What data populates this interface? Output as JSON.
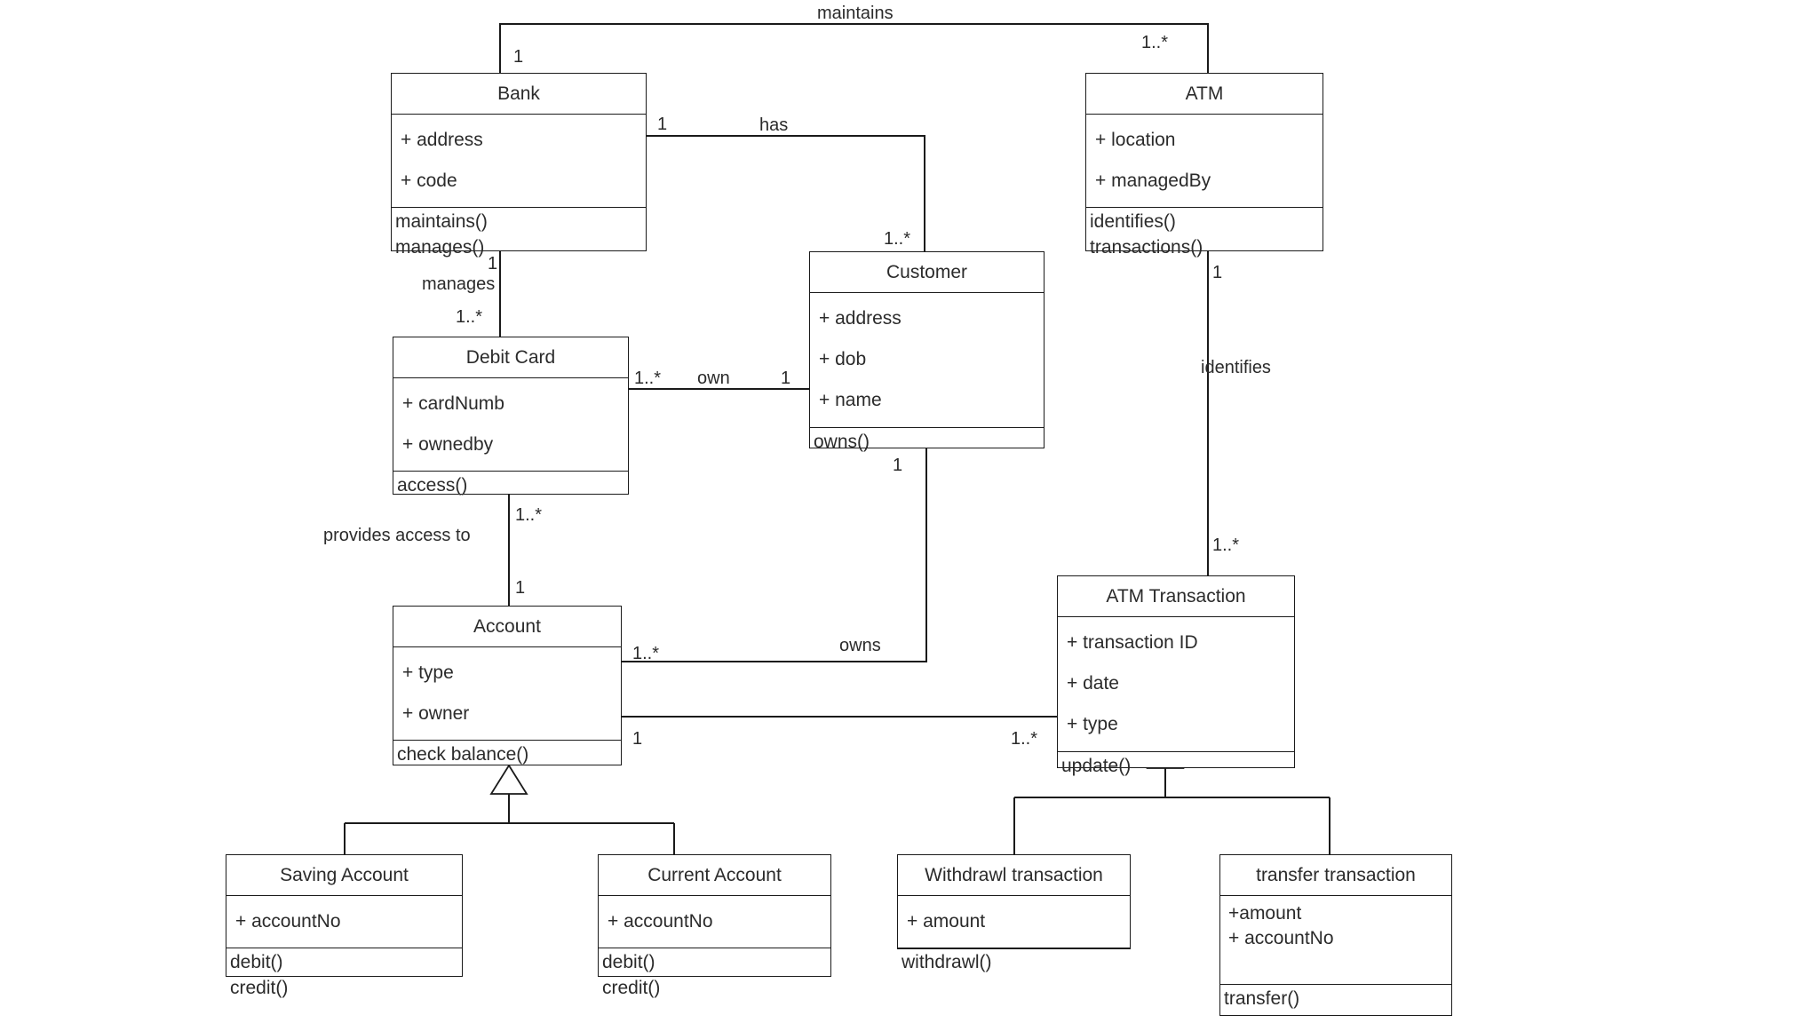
{
  "diagram": {
    "title": "ATM Banking System UML Class Diagram",
    "type": "uml-class-diagram",
    "background": "#ffffff",
    "line_color": "#1a1a1a",
    "text_color": "#2b2b2b"
  },
  "classes": {
    "bank": {
      "name": "Bank",
      "attributes": [
        "+ address",
        "+ code"
      ],
      "operations": [
        "maintains()",
        "manages()"
      ]
    },
    "atm": {
      "name": "ATM",
      "attributes": [
        "+ location",
        "+ managedBy"
      ],
      "operations": [
        "identifies()",
        "transactions()"
      ]
    },
    "customer": {
      "name": "Customer",
      "attributes": [
        "+ address",
        "+ dob",
        "+ name"
      ],
      "operations": [
        "owns()"
      ]
    },
    "debit_card": {
      "name": "Debit Card",
      "attributes": [
        "+ cardNumb",
        "+ ownedby"
      ],
      "operations": [
        "access()"
      ]
    },
    "account": {
      "name": "Account",
      "attributes": [
        "+ type",
        "+ owner"
      ],
      "operations": [
        "check balance()"
      ]
    },
    "atm_transaction": {
      "name": "ATM Transaction",
      "attributes": [
        "+ transaction ID",
        "+ date",
        "+ type"
      ],
      "operations": [
        "update()"
      ]
    },
    "saving_account": {
      "name": "Saving Account",
      "attributes": [
        "+ accountNo"
      ],
      "operations": [
        "debit()",
        "credit()"
      ]
    },
    "current_account": {
      "name": "Current Account",
      "attributes": [
        "+ accountNo"
      ],
      "operations": [
        "debit()",
        "credit()"
      ]
    },
    "withdrawl_transaction": {
      "name": "Withdrawl transaction",
      "attributes": [
        "+ amount"
      ],
      "operations": [
        "withdrawl()"
      ]
    },
    "transfer_transaction": {
      "name": "transfer transaction",
      "attributes": [
        "+amount",
        "+ accountNo"
      ],
      "operations": [
        "transfer()"
      ]
    }
  },
  "relationships": [
    {
      "id": "bank-maintains-atm",
      "label": "maintains",
      "from": "bank",
      "to": "atm",
      "from_multiplicity": "1",
      "to_multiplicity": "1..*",
      "kind": "association"
    },
    {
      "id": "bank-has-customer",
      "label": "has",
      "from": "bank",
      "to": "customer",
      "from_multiplicity": "1",
      "to_multiplicity": "1..*",
      "kind": "association"
    },
    {
      "id": "bank-manages-debitcard",
      "label": "manages",
      "from": "bank",
      "to": "debit_card",
      "from_multiplicity": "1",
      "to_multiplicity": "1..*",
      "kind": "association"
    },
    {
      "id": "debitcard-own-customer",
      "label": "own",
      "from": "debit_card",
      "to": "customer",
      "from_multiplicity": "1..*",
      "to_multiplicity": "1",
      "kind": "association"
    },
    {
      "id": "debitcard-provides-access-to-account",
      "label": "provides access to",
      "from": "debit_card",
      "to": "account",
      "from_multiplicity": "1..*",
      "to_multiplicity": "1",
      "kind": "association"
    },
    {
      "id": "customer-owns-account",
      "label": "owns",
      "from": "customer",
      "to": "account",
      "from_multiplicity": "1",
      "to_multiplicity": "1..*",
      "kind": "association"
    },
    {
      "id": "atm-identifies-atmtransaction",
      "label": "identifies",
      "from": "atm",
      "to": "atm_transaction",
      "from_multiplicity": "1",
      "to_multiplicity": "1..*",
      "kind": "association"
    },
    {
      "id": "account-atmtransaction",
      "label": "",
      "from": "account",
      "to": "atm_transaction",
      "from_multiplicity": "1",
      "to_multiplicity": "1..*",
      "kind": "association"
    },
    {
      "id": "account-generalization",
      "label": "",
      "from": "account",
      "to": [
        "saving_account",
        "current_account"
      ],
      "kind": "generalization"
    },
    {
      "id": "atmtransaction-generalization",
      "label": "",
      "from": "atm_transaction",
      "to": [
        "withdrawl_transaction",
        "transfer_transaction"
      ],
      "kind": "generalization"
    }
  ],
  "edge_labels": {
    "maintains": "maintains",
    "has": "has",
    "manages": "manages",
    "own": "own",
    "owns_customer_account": "owns",
    "provides_access_to": "provides access to",
    "identifies": "identifies"
  },
  "multiplicities": {
    "bank_maintains_top": "1",
    "atm_maintains_top": "1..*",
    "bank_has": "1",
    "customer_has": "1..*",
    "bank_manages": "1",
    "debitcard_manages": "1..*",
    "debitcard_own": "1..*",
    "customer_own": "1",
    "debitcard_provides": "1..*",
    "account_provides": "1",
    "customer_owns": "1",
    "account_owns": "1..*",
    "atm_identifies": "1",
    "atmtransaction_identifies": "1..*",
    "account_transaction": "1",
    "atmtransaction_account": "1..*"
  }
}
